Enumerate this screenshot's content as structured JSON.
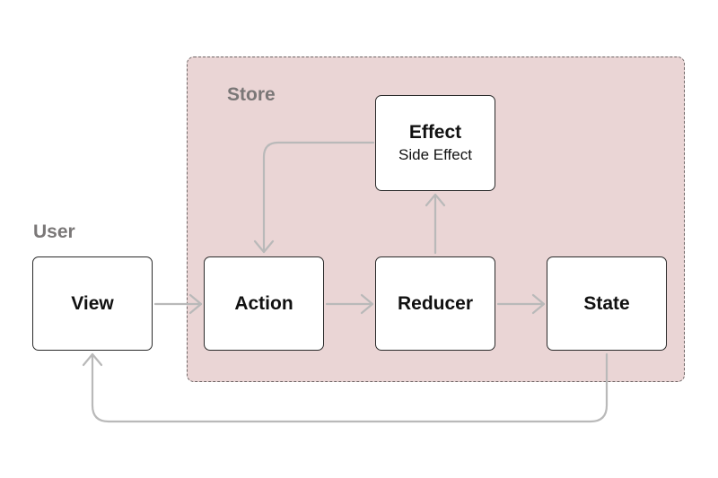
{
  "diagram": {
    "groups": {
      "user": {
        "label": "User"
      },
      "store": {
        "label": "Store"
      }
    },
    "nodes": {
      "view": {
        "label": "View"
      },
      "action": {
        "label": "Action"
      },
      "reducer": {
        "label": "Reducer"
      },
      "state": {
        "label": "State"
      },
      "effect": {
        "label": "Effect",
        "sublabel": "Side Effect"
      }
    },
    "edges": [
      {
        "from": "view",
        "to": "action"
      },
      {
        "from": "action",
        "to": "reducer"
      },
      {
        "from": "reducer",
        "to": "state"
      },
      {
        "from": "reducer",
        "to": "effect"
      },
      {
        "from": "effect",
        "to": "action"
      },
      {
        "from": "state",
        "to": "view"
      }
    ],
    "colors": {
      "store_fill": "#ead5d5",
      "store_border": "#6f6666",
      "arrow": "#b9b9b9",
      "node_border": "#2a2a2a"
    }
  }
}
